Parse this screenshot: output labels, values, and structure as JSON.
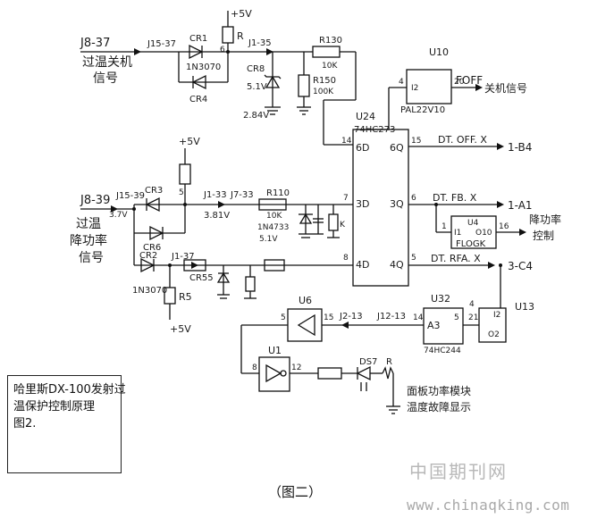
{
  "title_box": {
    "line1": "哈里斯DX-100发射过",
    "line2": "温保护控制原理",
    "line3": "图2."
  },
  "figure_caption": "（图二）",
  "watermark": {
    "site_name": "中国期刊网",
    "url": "www.chinaqking.com"
  },
  "labels": {
    "j837": "J8-37",
    "j1537": "J15-37",
    "cr1": "CR1",
    "cr1_part": "1N3070",
    "cr4": "CR4",
    "j135": "J1-35",
    "cr8": "CR8",
    "cr8_v": "5.1V",
    "v284": "2.84V",
    "r130": "R130",
    "r130_val": "10K",
    "r150": "R150",
    "r150_val": "100K",
    "plus5v_top": "+5V",
    "r_top": "R",
    "r_top_pin": "6",
    "sig_overheat_shutdown_1": "过温关机",
    "sig_overheat_shutdown_2": "信号",
    "u10": "U10",
    "u10_in": "4",
    "u10_i2": "I2",
    "u10_out": "20",
    "u10_part": "PAL22V10",
    "foff": "FOFF",
    "shutdown_signal": "关机信号",
    "u24": "U24",
    "u24_part": "74HC273",
    "pin14": "14",
    "pin15": "15",
    "pin7": "7",
    "pin6": "6",
    "pin8": "8",
    "pin5": "5",
    "pin6_label": "6D",
    "pin6q": "6Q",
    "pin3d": "3D",
    "pin3q": "3Q",
    "pin4d": "4D",
    "pin4q": "4Q",
    "dt_off": "DT. OFF. X",
    "dt_off_dest": "1-B4",
    "dt_fb": "DT. FB. X",
    "dt_fb_dest": "1-A1",
    "dt_rfa": "DT. RFA. X",
    "dt_rfa_dest": "3-C4",
    "plus5v_mid": "+5V",
    "r_mid_pin": "5",
    "j839": "J8-39",
    "j1539": "J15-39",
    "v37": "3.7V",
    "cr3": "CR3",
    "cr6": "CR6",
    "cr2": "CR2",
    "cr2_part": "1N3070",
    "j133": "J1-33",
    "j733": "J7-33",
    "v381": "3.81V",
    "r110": "R110",
    "r110_val": "10K",
    "zener_part": "1N4733",
    "zener_v": "5.1V",
    "r_k": "K",
    "sig_overheat_reduce_1": "过温",
    "sig_overheat_reduce_2": "降功率",
    "sig_overheat_reduce_3": "信号",
    "u4": "U4",
    "u4_i1": "I1",
    "u4_pin1": "1",
    "u4_o10": "O10",
    "u4_pin16": "16",
    "u4_part": "FLOGK",
    "reduce_power_ctrl_1": "降功率",
    "reduce_power_ctrl_2": "控制",
    "j137": "J1-37",
    "cr55": "CR55",
    "r5": "R5",
    "plus5v_bot": "+5V",
    "u6": "U6",
    "u6_in": "15",
    "u6_out": "5",
    "j213": "J2-13",
    "j1213": "J12-13",
    "u32": "U32",
    "u32_pin14": "14",
    "u32_a3": "A3",
    "u32_pin5": "5",
    "u32_pin21": "21",
    "u32_part": "74HC244",
    "u13": "U13",
    "u13_pin4": "4",
    "u13_i2": "I2",
    "u13_o2": "O2",
    "u1": "U1",
    "u1_pin8": "8",
    "u1_pin12": "12",
    "ds7": "DS7",
    "ds7_r": "R",
    "led_text_1": "面板功率模块",
    "led_text_2": "温度故障显示"
  }
}
